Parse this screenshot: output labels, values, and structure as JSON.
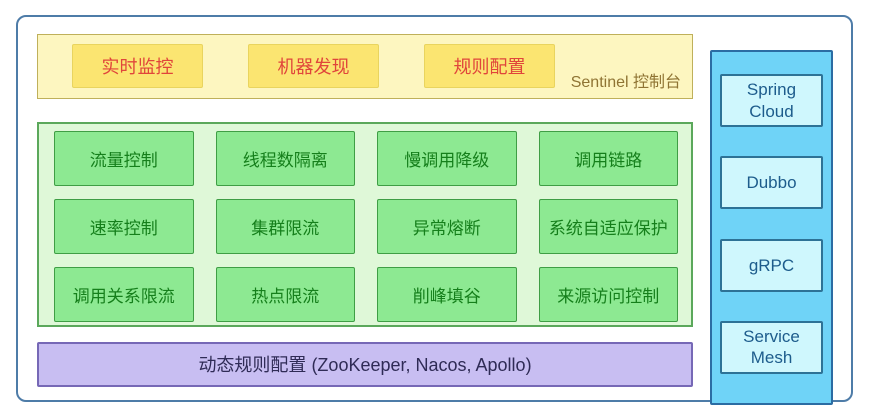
{
  "console": {
    "title": "Sentinel 控制台",
    "tabs": [
      "实时监控",
      "机器发现",
      "规则配置"
    ]
  },
  "capabilities": {
    "cells": [
      "流量控制",
      "线程数隔离",
      "慢调用降级",
      "调用链路",
      "速率控制",
      "集群限流",
      "异常熔断",
      "系统自适应保护",
      "调用关系限流",
      "热点限流",
      "削峰填谷",
      "来源访问控制"
    ]
  },
  "dynamic_config": {
    "label": "动态规则配置 (ZooKeeper, Nacos, Apollo)"
  },
  "integrations": [
    "Spring Cloud",
    "Dubbo",
    "gRPC",
    "Service Mesh"
  ],
  "colors": {
    "frame_border": "#4E7CA8",
    "console_panel_bg": "#FDF6C0",
    "console_panel_border": "#BFB05A",
    "console_tab_bg": "#FBE571",
    "console_tab_border": "#E9D45E",
    "console_tab_text": "#E0453B",
    "console_title_text": "#8F7433",
    "capabilities_panel_bg": "#DFF8D8",
    "capabilities_panel_border": "#5BA85B",
    "capability_box_bg": "#8DE992",
    "capability_box_border": "#3F9E45",
    "capability_box_text": "#157F1B",
    "dynamic_config_bg": "#C8BEF2",
    "dynamic_config_border": "#7668B6",
    "dynamic_config_text": "#2F2B56",
    "integrations_col_bg": "#6FD3F7",
    "integrations_col_border": "#2B6CA3",
    "integration_box_bg": "#CFF7FD",
    "integration_box_border": "#2D7296",
    "integration_box_text": "#1D5C8C"
  }
}
